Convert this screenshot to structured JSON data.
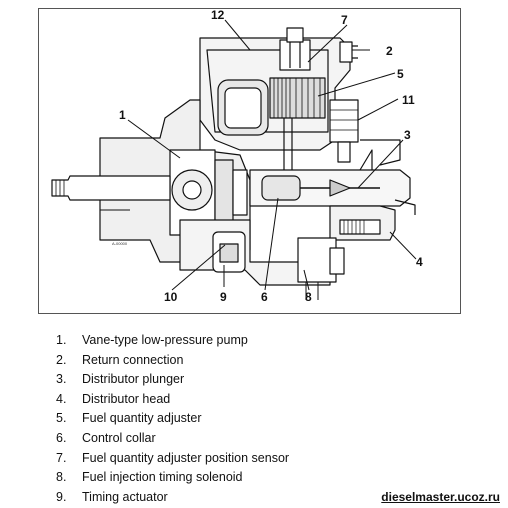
{
  "diagram": {
    "callouts": {
      "c1": "1",
      "c2": "2",
      "c3": "3",
      "c4": "4",
      "c5": "5",
      "c6": "6",
      "c7": "7",
      "c8": "8",
      "c9": "9",
      "c10": "10",
      "c11": "11",
      "c12": "12"
    },
    "figure_code": "A-00000"
  },
  "legend": {
    "items": [
      {
        "num": "1.",
        "text": "Vane-type low-pressure pump"
      },
      {
        "num": "2.",
        "text": "Return connection"
      },
      {
        "num": "3.",
        "text": "Distributor plunger"
      },
      {
        "num": "4.",
        "text": "Distributor head"
      },
      {
        "num": "5.",
        "text": "Fuel quantity adjuster"
      },
      {
        "num": "6.",
        "text": "Control collar"
      },
      {
        "num": "7.",
        "text": "Fuel quantity adjuster position sensor"
      },
      {
        "num": "8.",
        "text": "Fuel injection timing solenoid"
      },
      {
        "num": "9.",
        "text": "Timing actuator"
      }
    ]
  },
  "watermark": "dieselmaster.ucoz.ru"
}
